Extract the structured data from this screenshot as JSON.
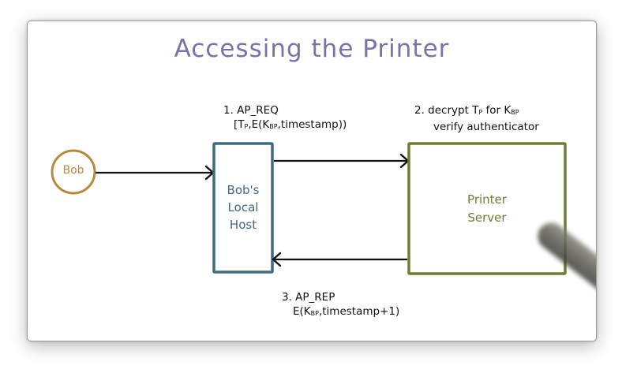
{
  "title": "Accessing the Printer",
  "colors": {
    "title": "#7a72a8",
    "bob": "#b8893c",
    "host": "#3f6a80",
    "printer": "#6b7f30",
    "arrow": "#111111"
  },
  "nodes": {
    "bob": {
      "label": "Bob"
    },
    "host": {
      "lines": [
        "Bob's",
        "Local",
        "Host"
      ]
    },
    "printer": {
      "lines": [
        "Printer",
        "Server"
      ]
    }
  },
  "steps": {
    "step1": {
      "line1": "1. AP_REQ",
      "line2_prefix": "[T",
      "line2_sub1": "P",
      "line2_mid": ",E(K",
      "line2_sub2": "BP",
      "line2_suffix": ",timestamp))"
    },
    "step2": {
      "line1_prefix": "2. decrypt T",
      "line1_sub1": "P",
      "line1_mid": " for K",
      "line1_sub2": "BP",
      "line2": "verify authenticator"
    },
    "step3": {
      "line1": "3. AP_REP",
      "line2_prefix": "E(K",
      "line2_sub": "BP",
      "line2_suffix": ",timestamp+1)"
    }
  }
}
